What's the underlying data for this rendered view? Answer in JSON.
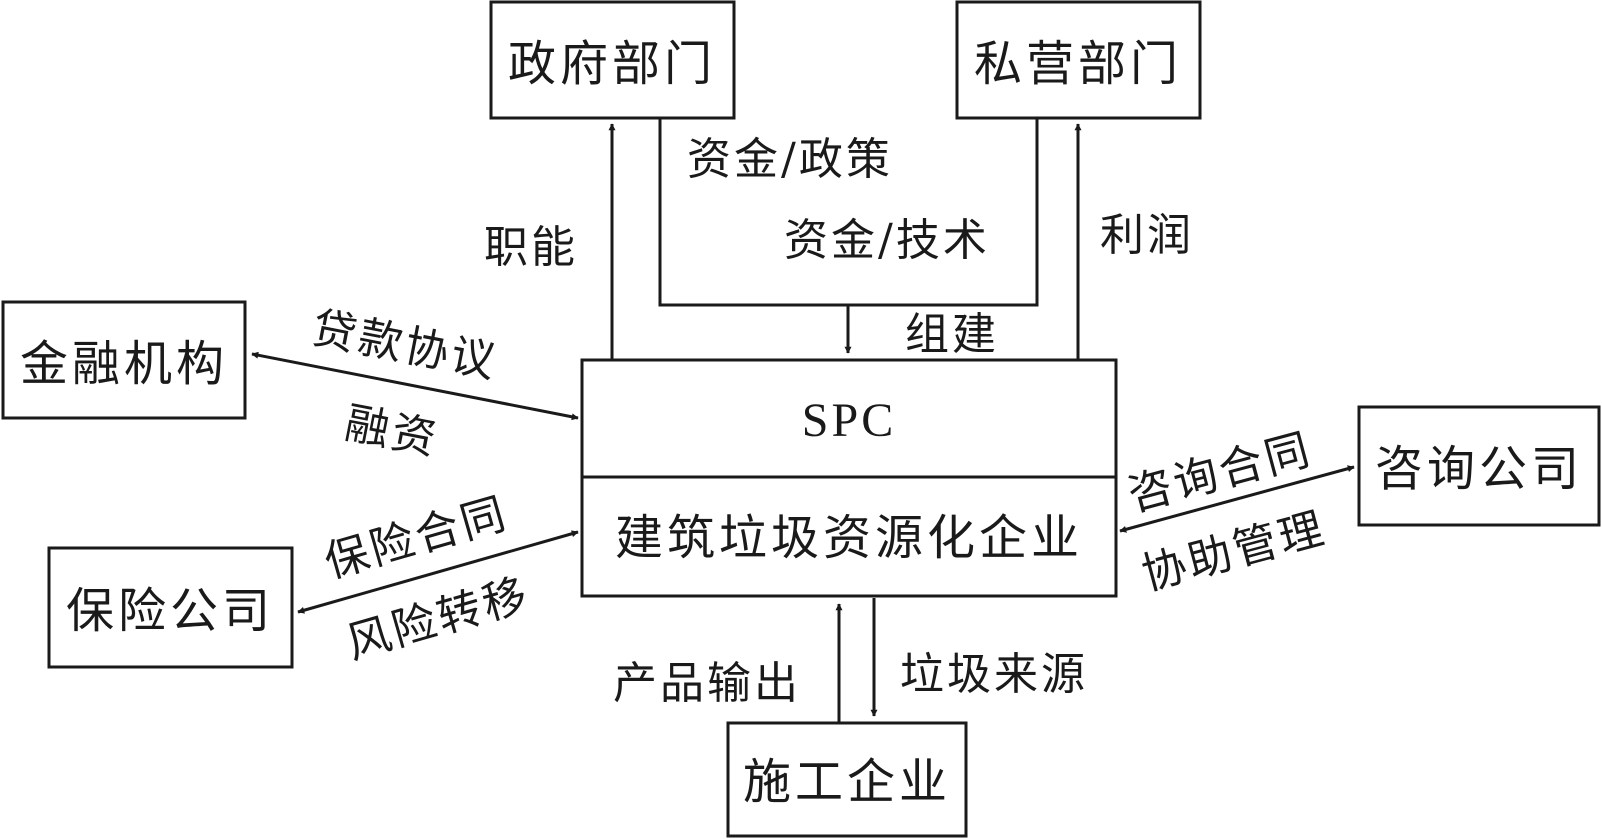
{
  "nodes": {
    "government": "政府部门",
    "private_sector": "私营部门",
    "financial": "金融机构",
    "spc_title": "SPC",
    "spc_subtitle": "建筑垃圾资源化企业",
    "insurance": "保险公司",
    "consulting": "咨询公司",
    "construction": "施工企业"
  },
  "edges": {
    "gov_funds_policy": "资金/政策",
    "private_funds_tech": "资金/技术",
    "function": "职能",
    "profit": "利润",
    "establish": "组建",
    "loan_agreement": "贷款协议",
    "financing": "融资",
    "insurance_contract": "保险合同",
    "risk_transfer": "风险转移",
    "consulting_contract": "咨询合同",
    "assist_management": "协助管理",
    "product_output": "产品输出",
    "waste_source": "垃圾来源"
  },
  "colors": {
    "line": "#1a1a1a",
    "background": "#ffffff"
  }
}
